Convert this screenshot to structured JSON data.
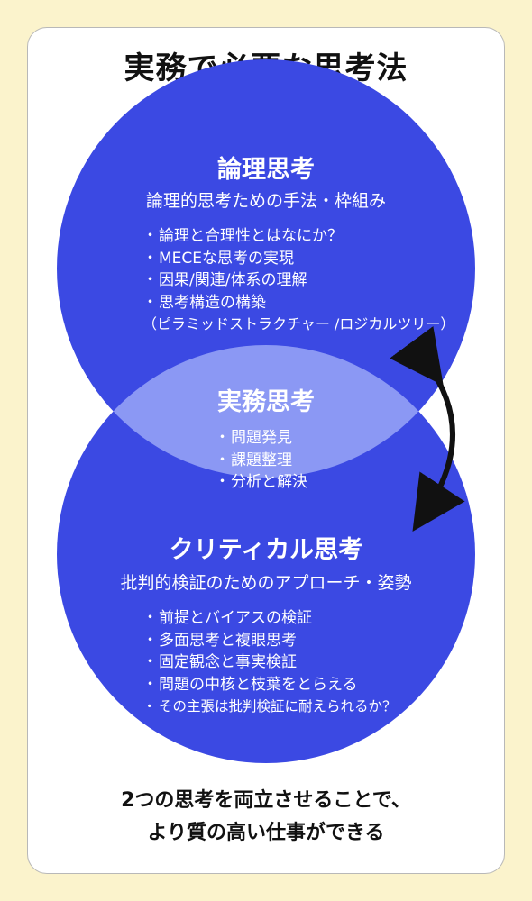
{
  "title": "実務で必要な思考法",
  "colors": {
    "background": "#fbf3cc",
    "circle": "#3b49e3",
    "overlap": "#8b98f4",
    "text_on_circle": "#ffffff",
    "arrow": "#111111"
  },
  "logical": {
    "heading": "論理思考",
    "subheading": "論理的思考ための手法・枠組み",
    "items": [
      "論理と合理性とはなにか？",
      "MECEな思考の実現",
      "因果/関連/体系の理解",
      "思考構造の構築"
    ],
    "note": "（ピラミッドストラクチャー /ロジカルツリー）"
  },
  "practical": {
    "heading": "実務思考",
    "items": [
      "問題発見",
      "課題整理",
      "分析と解決"
    ]
  },
  "critical": {
    "heading": "クリティカル思考",
    "subheading": "批判的検証のためのアプローチ・姿勢",
    "items": [
      "前提とバイアスの検証",
      "多面思考と複眼思考",
      "固定観念と事実検証",
      "問題の中核と枝葉をとらえる",
      "その主張は批判検証に耐えられるか？"
    ]
  },
  "footer": {
    "line1": "2つの思考を両立させることで、",
    "line2": "より質の高い仕事ができる"
  },
  "bullet_char": "・"
}
